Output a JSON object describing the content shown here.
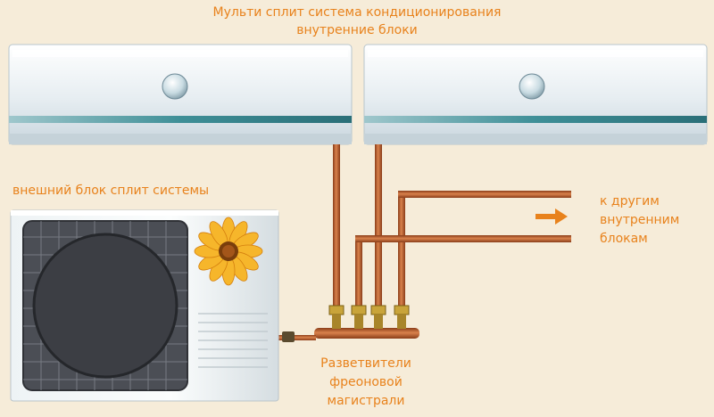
{
  "title": {
    "line1": "Мульти сплит система кондиционирования",
    "line2": "внутренние блоки"
  },
  "outdoor_label": "внешний блок сплит системы",
  "other_units_label": {
    "line1": "к другим",
    "line2": "внутренним",
    "line3": "блокам"
  },
  "manifold_label": {
    "line1": "Разветвители",
    "line2": "фреоновой",
    "line3": "магистрали"
  },
  "colors": {
    "background": "#f6ecd9",
    "label": "#e8821c",
    "pipe_copper": "#b85a2c",
    "indoor_unit": "#e4ecf0",
    "fan": "#3c3e44",
    "flower": "#f2a118"
  },
  "icons": {
    "arrow": "right-arrow-icon",
    "flower": "sunflower-icon"
  }
}
